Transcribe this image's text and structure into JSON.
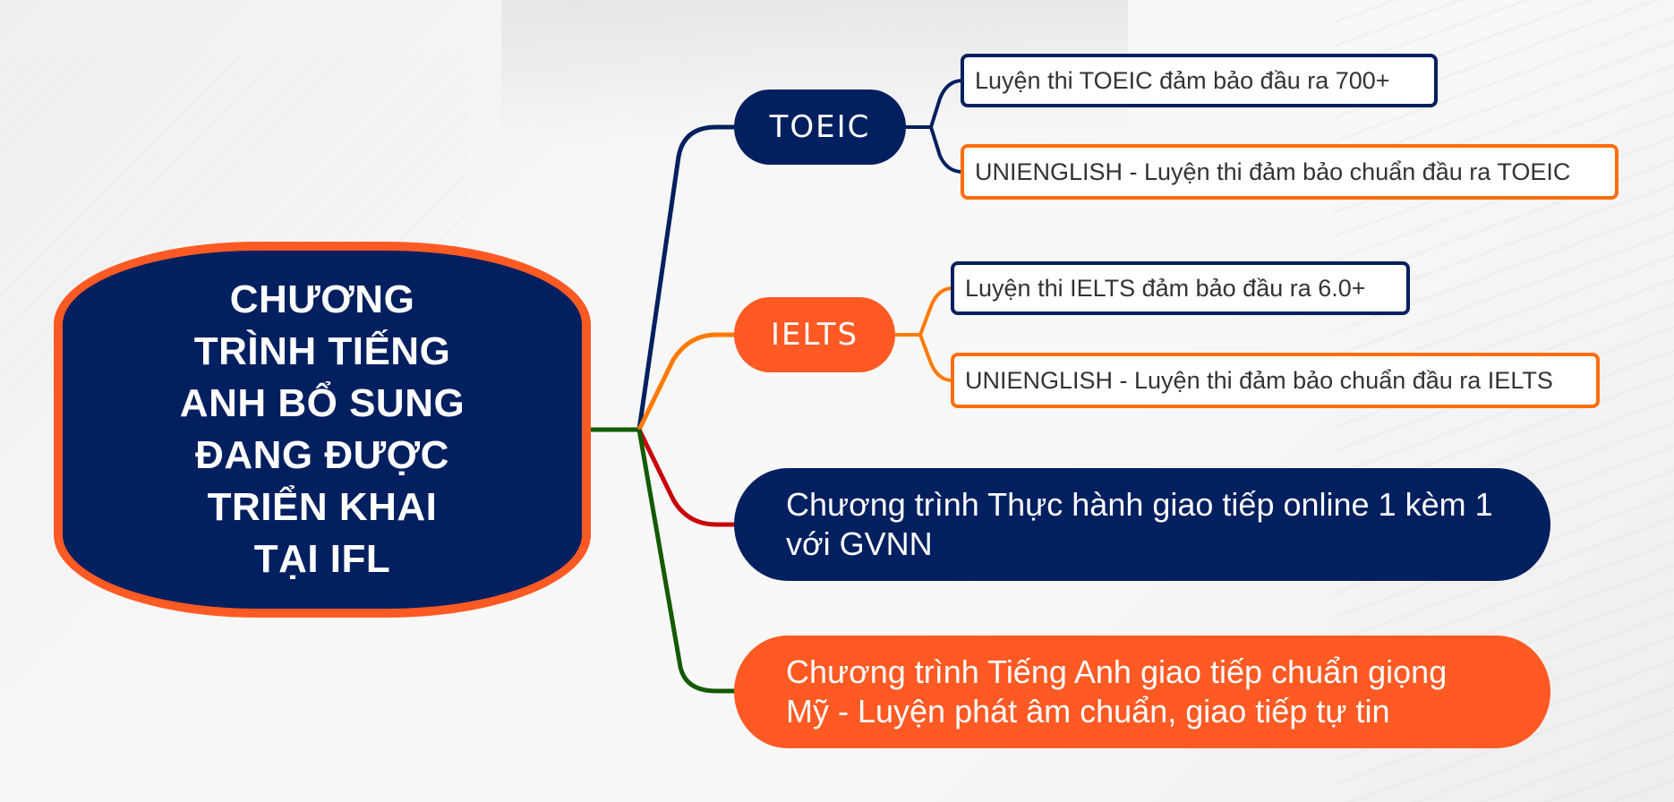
{
  "central_node": {
    "title": "CHƯƠNG TRÌNH TIẾNG ANH BỔ SUNG ĐANG ĐƯỢC TRIỂN KHAI TẠI IFL"
  },
  "branches": [
    {
      "label": "TOEIC",
      "color": "#021f5f",
      "connector_color": "#021f5f",
      "children": [
        {
          "label": "Luyện thi TOEIC đảm bảo đầu ra 700+",
          "border_color": "#021f5f"
        },
        {
          "label": "UNIENGLISH - Luyện thi đảm bảo chuẩn đầu ra TOEIC",
          "border_color": "#ff6d0a"
        }
      ]
    },
    {
      "label": "IELTS",
      "color": "#ff5a24",
      "connector_color": "#ff7a00",
      "children": [
        {
          "label": "Luyện thi IELTS đảm bảo đầu ra 6.0+",
          "border_color": "#021f5f"
        },
        {
          "label": "UNIENGLISH - Luyện thi đảm bảo chuẩn đầu ra IELTS",
          "border_color": "#ff6d0a"
        }
      ]
    },
    {
      "label": "Chương trình Thực hành giao tiếp online 1 kèm 1 với GVNN",
      "color": "#021f5f",
      "connector_color": "#c8000a"
    },
    {
      "label": "Chương trình Tiếng Anh giao tiếp chuẩn giọng Mỹ - Luyện phát âm chuẩn, giao tiếp tự tin",
      "color": "#ff5a24",
      "connector_color": "#135a00"
    }
  ],
  "colors": {
    "navy": "#021f5f",
    "orange": "#ff5a24",
    "background": "#f5f5f5"
  }
}
